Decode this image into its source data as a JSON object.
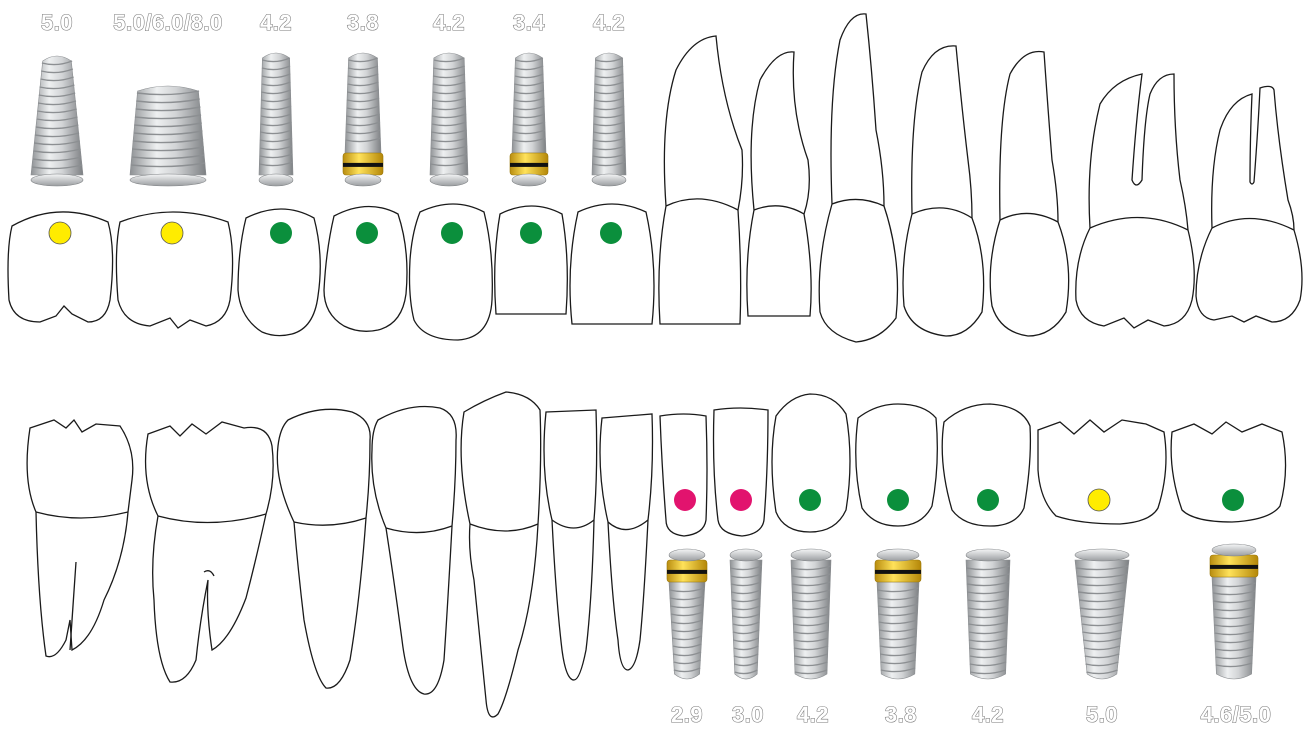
{
  "colors": {
    "yellow": "#ffec00",
    "green": "#0b8f3c",
    "magenta": "#e2136e",
    "collar_gold": "#e9c02d",
    "titanium": "#c9cbcd"
  },
  "upper": {
    "implants": [
      {
        "label": "5.0",
        "dot": "yellow",
        "collar": false,
        "shape": "tapered"
      },
      {
        "label": "5.0/6.0/8.0",
        "dot": "yellow",
        "collar": false,
        "shape": "short"
      },
      {
        "label": "4.2",
        "dot": "green",
        "collar": false,
        "shape": "straight"
      },
      {
        "label": "3.8",
        "dot": "green",
        "collar": true,
        "shape": "straight"
      },
      {
        "label": "4.2",
        "dot": "green",
        "collar": false,
        "shape": "straight"
      },
      {
        "label": "3.4",
        "dot": "green",
        "collar": true,
        "shape": "straight"
      },
      {
        "label": "4.2",
        "dot": "green",
        "collar": false,
        "shape": "straight"
      }
    ]
  },
  "lower": {
    "implants": [
      {
        "label": "2.9",
        "dot": "magenta",
        "collar": true,
        "shape": "slim"
      },
      {
        "label": "3.0",
        "dot": "magenta",
        "collar": false,
        "shape": "slim"
      },
      {
        "label": "4.2",
        "dot": "green",
        "collar": false,
        "shape": "straight"
      },
      {
        "label": "3.8",
        "dot": "green",
        "collar": true,
        "shape": "straight"
      },
      {
        "label": "4.2",
        "dot": "green",
        "collar": false,
        "shape": "straight"
      },
      {
        "label": "5.0",
        "dot": "yellow",
        "collar": false,
        "shape": "tapered"
      },
      {
        "label": "4.6/5.0",
        "dot": "green",
        "collar": true,
        "shape": "straight"
      }
    ]
  }
}
